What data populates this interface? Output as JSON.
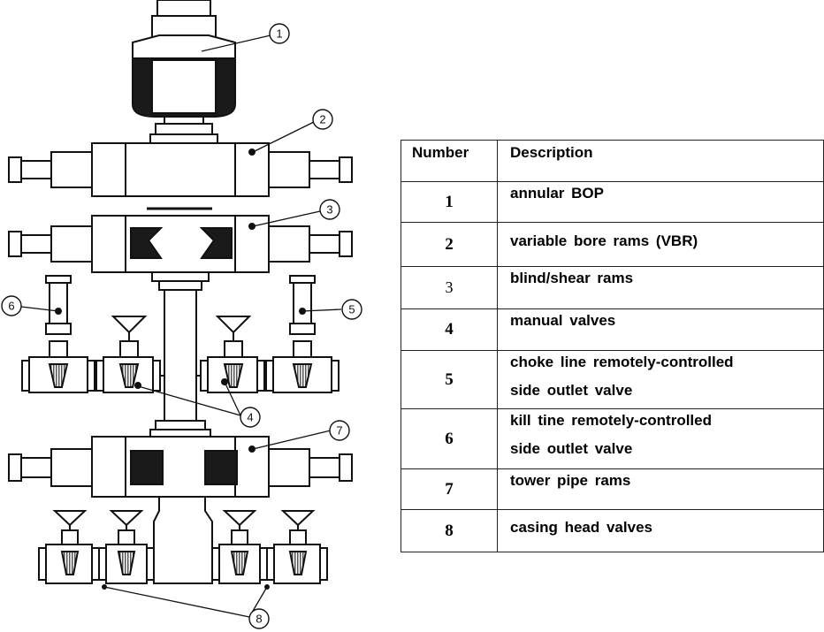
{
  "diagram": {
    "callouts": [
      "1",
      "2",
      "3",
      "4",
      "5",
      "6",
      "7",
      "8"
    ]
  },
  "table": {
    "headers": {
      "number": "Number",
      "description": "Description"
    },
    "rows": [
      {
        "number": "1",
        "description": "annular BOP",
        "description_line2": ""
      },
      {
        "number": "2",
        "description": "variable bore  rams  (VBR)",
        "description_line2": ""
      },
      {
        "number": "3",
        "description": "blind/shear rams",
        "description_line2": ""
      },
      {
        "number": "4",
        "description": "manual  valves",
        "description_line2": ""
      },
      {
        "number": "5",
        "description": "choke  line  remotely-controlled",
        "description_line2": "side  outlet  valve"
      },
      {
        "number": "6",
        "description": "kill tine remotely-controlled",
        "description_line2": "side  outlet  valve"
      },
      {
        "number": "7",
        "description": "tower  pipe  rams",
        "description_line2": ""
      },
      {
        "number": "8",
        "description": "casing  head  valves",
        "description_line2": ""
      }
    ]
  }
}
